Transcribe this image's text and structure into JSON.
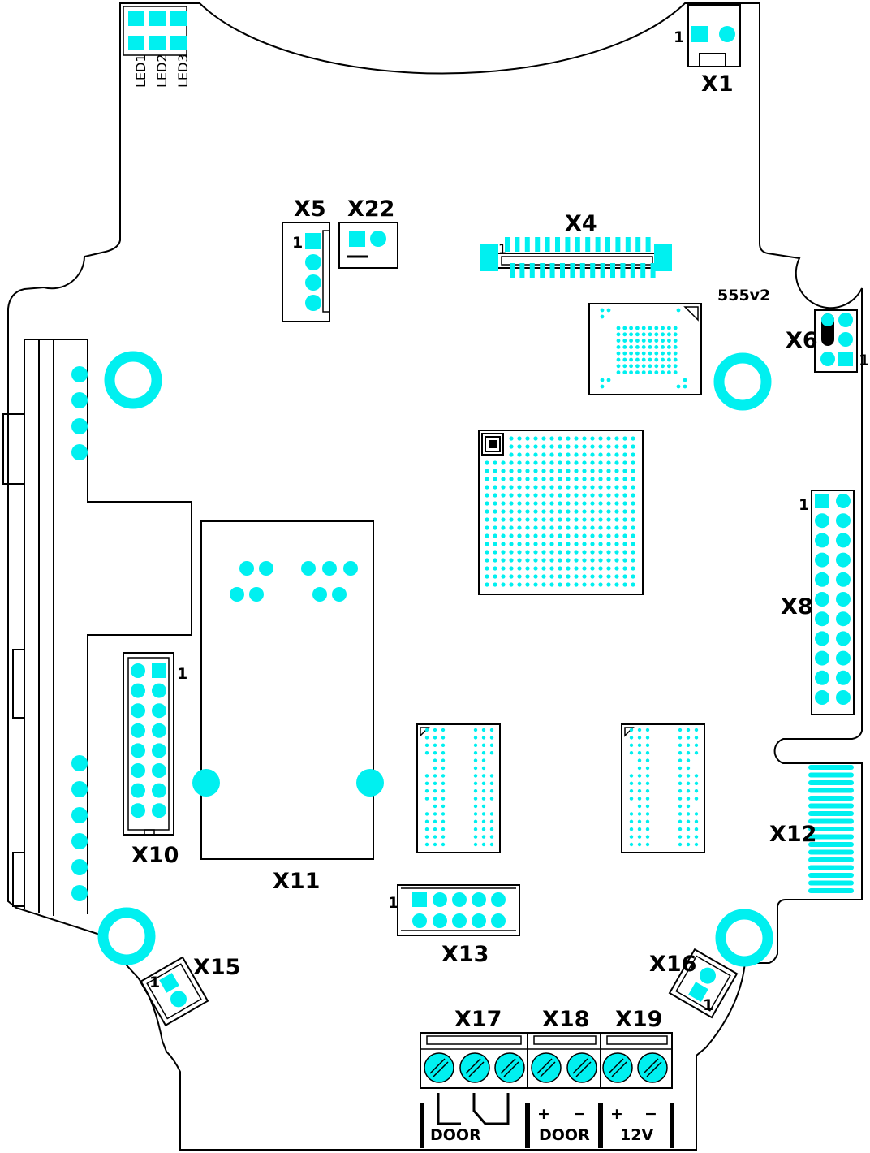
{
  "board": {
    "revision": "555v2",
    "colors": {
      "pad": "#00f0f0",
      "outline": "#000000",
      "background": "#ffffff"
    }
  },
  "labels": {
    "x1": "X1",
    "x4": "X4",
    "x5": "X5",
    "x6": "X6",
    "x8": "X8",
    "x10": "X10",
    "x11": "X11",
    "x12": "X12",
    "x13": "X13",
    "x15": "X15",
    "x16": "X16",
    "x17": "X17",
    "x18": "X18",
    "x19": "X19",
    "x22": "X22",
    "led1": "LED1",
    "led2": "LED2",
    "led3": "LED3",
    "pin1": "1",
    "door": "DOOR",
    "door2": "DOOR",
    "v12": "12V",
    "plus": "+",
    "minus": "−"
  }
}
